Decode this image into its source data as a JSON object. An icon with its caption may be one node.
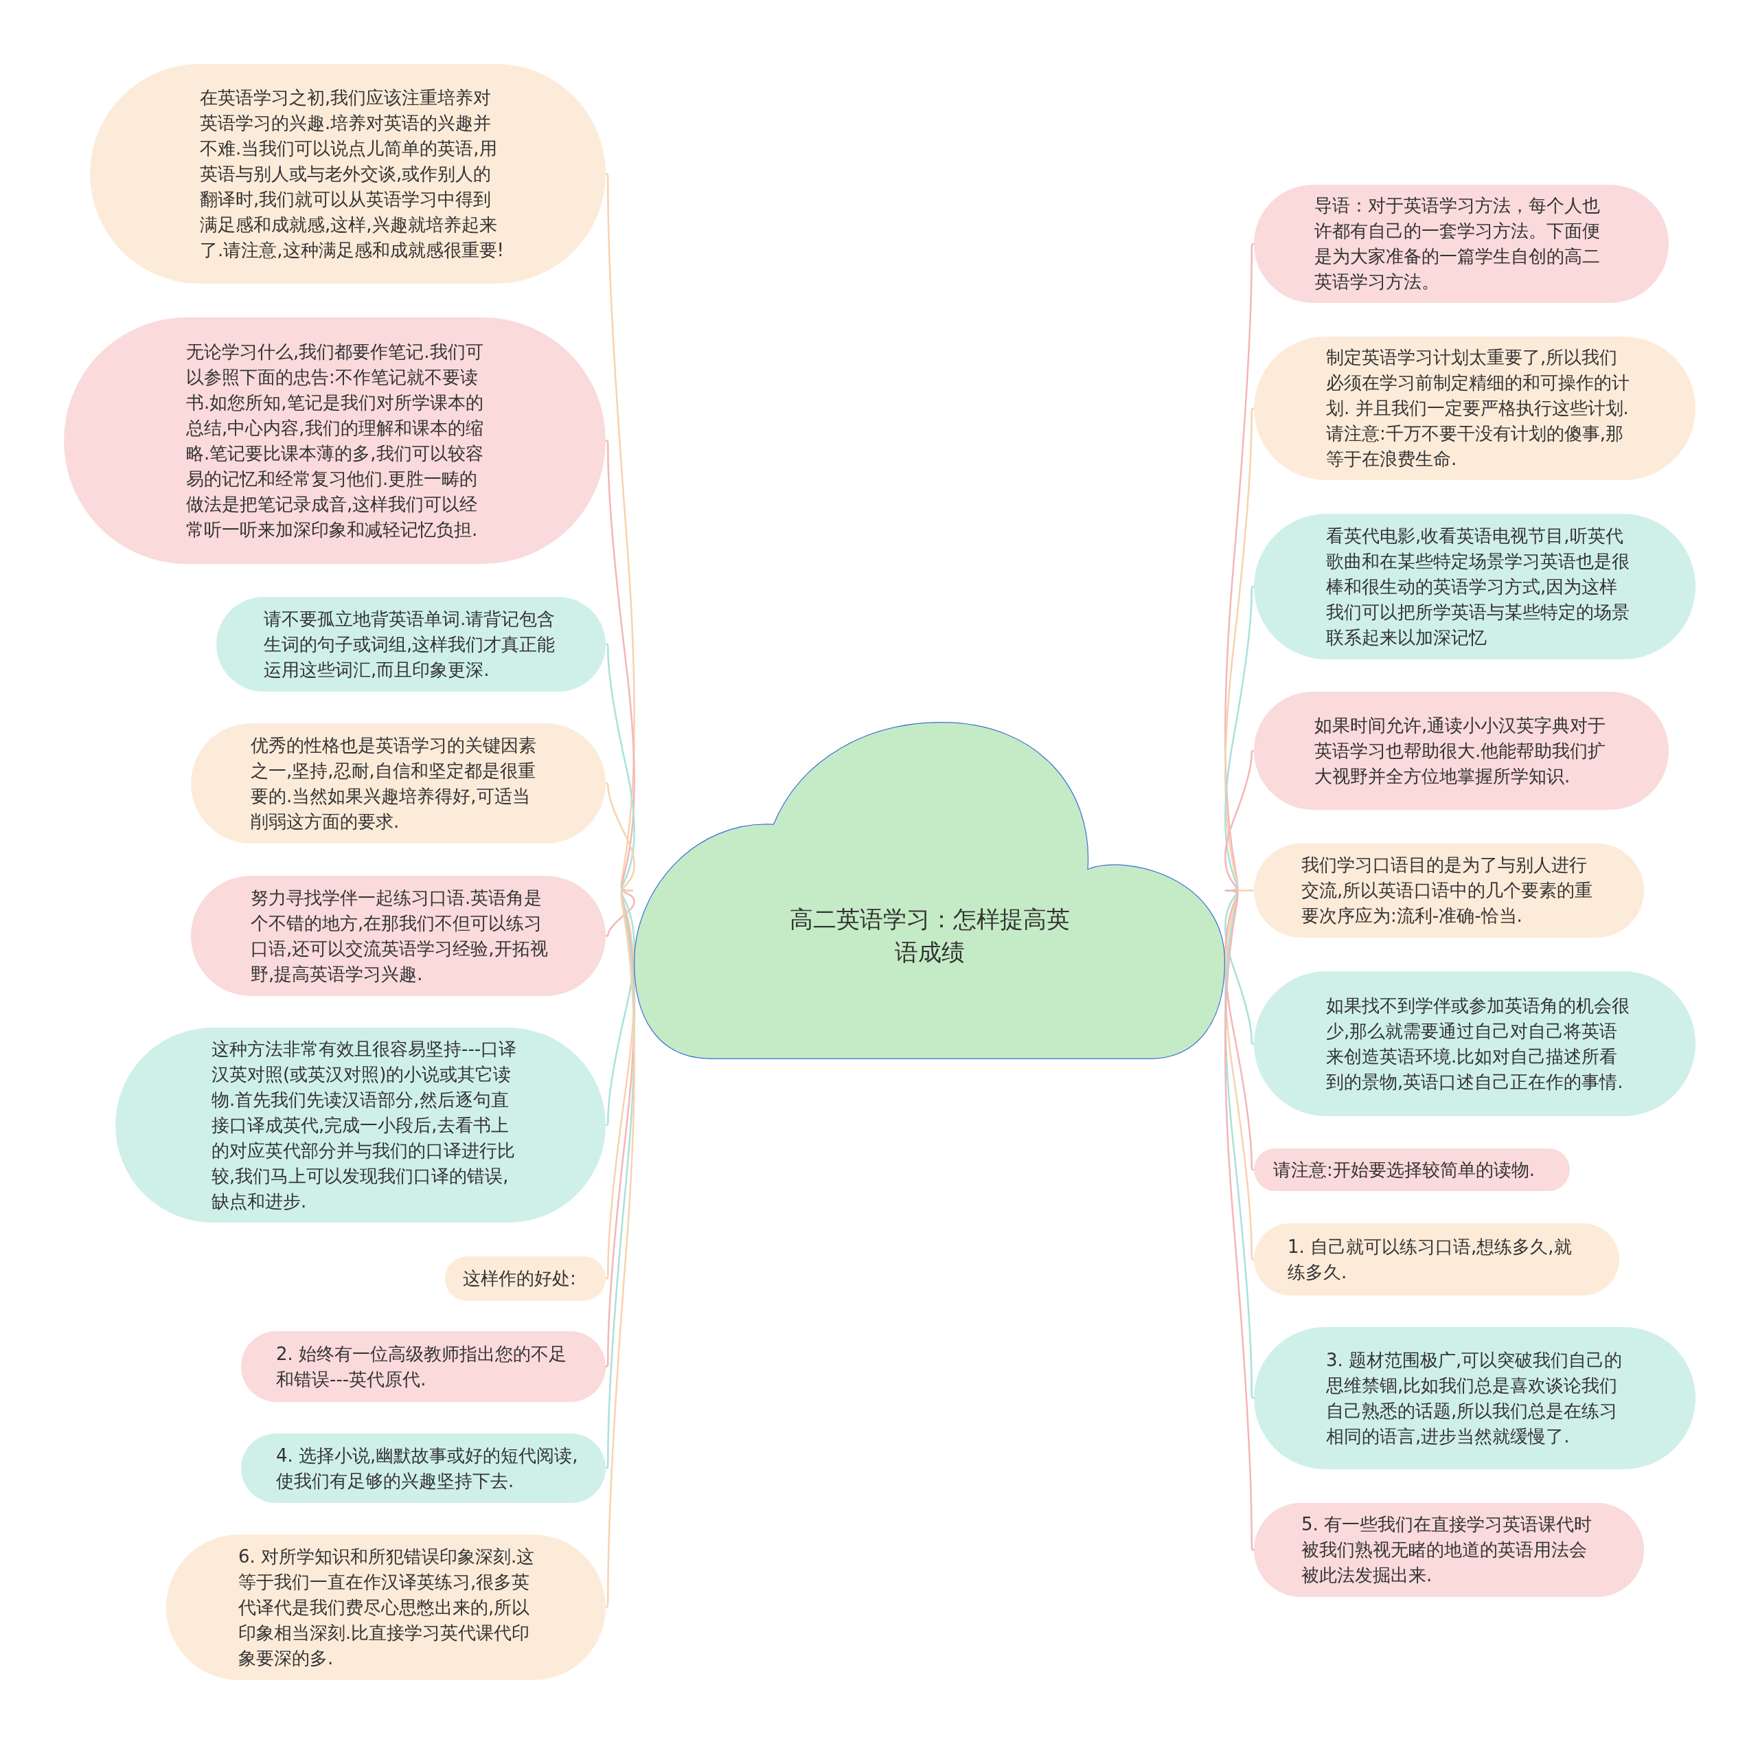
{
  "diagram": {
    "nodes": [
      {
        "text": [
          "高二英语学习：怎样提高英语成绩"
        ]
      },
      {
        "text": [
          "在英语学习之初,我们应该注重培养对英语学习的兴趣.培养对英语的兴趣并不难.当我们可以说点儿简单的英语,用英语与别人或与老外交谈,或作别人的翻译时,我们就可以从英语学习中得到满足感和成就感,这样,兴趣就培养起来了.请注意,这种满足感和成就感很重要!"
        ]
      },
      {
        "text": [
          "无论学习什么,我们都要作笔记.我们可以参照下面的忠告:不作笔记就不要读书.如您所知,笔记是我们对所学课本的总结,中心内容,我们的理解和课本的缩略.笔记要比课本薄的多,我们可以较容易的记忆和经常复习他们.更胜一畴的做法是把笔记录成音,这样我们可以经常听一听来加深印象和减轻记忆负担."
        ]
      },
      {
        "text": [
          "请不要孤立地背英语单词.请背记包含生词的句子或词组,这样我们才真正能运用这些词汇,而且印象更深."
        ]
      },
      {
        "text": [
          "优秀的性格也是英语学习的关键因素之一,坚持,忍耐,自信和坚定都是很重要的.当然如果兴趣培养得好,可适当削弱这方面的要求."
        ]
      },
      {
        "text": [
          "努力寻找学伴一起练习口语.英语角是个不错的地方,在那我们不但可以练习口语,还可以交流英语学习经验,开拓视野,提高英语学习兴趣."
        ]
      },
      {
        "text": [
          "这种方法非常有效且很容易坚持---口译汉英对照(或英汉对照)的小说或其它读物.首先我们先读汉语部分,然后逐句直接口译成英代,完成一小段后,去看书上的对应英代部分并与我们的口译进行比较,我们马上可以发现我们口译的错误,缺点和进步."
        ]
      },
      {
        "text": [
          "这样作的好处:"
        ]
      },
      {
        "text": [
          "2. 始终有一位高级教师指出您的不足和错误---英代原代."
        ]
      },
      {
        "text": [
          "4. 选择小说,幽默故事或好的短代阅读,使我们有足够的兴趣坚持下去."
        ]
      },
      {
        "text": [
          "6. 对所学知识和所犯错误印象深刻.这等于我们一直在作汉译英练习,很多英代译代是我们费尽心思憋出来的,所以印象相当深刻.比直接学习英代课代印象要深的多."
        ]
      },
      {
        "text": [
          "导语：对于英语学习方法，每个人也许都有自己的一套学习方法。下面便是为大家准备的一篇学生自创的高二英语学习方法。"
        ]
      },
      {
        "text": [
          "制定英语学习计划太重要了,所以我们必须在学习前制定精细的和可操作的计划. 并且我们一定要严格执行这些计划.请注意:千万不要干没有计划的傻事,那等于在浪费生命."
        ]
      },
      {
        "text": [
          "看英代电影,收看英语电视节目,听英代歌曲和在某些特定场景学习英语也是很棒和很生动的英语学习方式,因为这样我们可以把所学英语与某些特定的场景联系起来以加深记忆"
        ]
      },
      {
        "text": [
          "如果时间允许,通读小小汉英字典对于英语学习也帮助很大.他能帮助我们扩大视野并全方位地掌握所学知识."
        ]
      },
      {
        "text": [
          "我们学习口语目的是为了与别人进行交流,所以英语口语中的几个要素的重要次序应为:流利-准确-恰当."
        ]
      },
      {
        "text": [
          "如果找不到学伴或参加英语角的机会很少,那么就需要通过自己对自己将英语来创造英语环境.比如对自己描述所看到的景物,英语口述自己正在作的事情."
        ]
      },
      {
        "text": [
          "请注意:开始要选择较简单的读物."
        ]
      },
      {
        "text": [
          "1. 自己就可以练习口语,想练多久,就练多久."
        ]
      },
      {
        "text": [
          "3. 题材范围极广,可以突破我们自己的思维禁锢,比如我们总是喜欢谈论我们自己熟悉的话题,所以我们总是在练习相同的语言,进步当然就缓慢了."
        ]
      },
      {
        "text": [
          "5. 有一些我们在直接学习英语课代时被我们熟视无睹的地道的英语用法会被此法发掘出来."
        ]
      }
    ],
    "edges": [
      {
        "from": 0,
        "to": 1,
        "arrow": "none",
        "color": "#f8d2ae"
      },
      {
        "from": 0,
        "to": 2,
        "arrow": "none",
        "color": "#f5b5b7"
      },
      {
        "from": 0,
        "to": 3,
        "arrow": "none",
        "color": "#a9e2d7"
      },
      {
        "from": 0,
        "to": 4,
        "arrow": "none",
        "color": "#f8d2ae"
      },
      {
        "from": 0,
        "to": 5,
        "arrow": "none",
        "color": "#f5b5b7"
      },
      {
        "from": 0,
        "to": 6,
        "arrow": "none",
        "color": "#a9e2d7"
      },
      {
        "from": 0,
        "to": 7,
        "arrow": "none",
        "color": "#f8d2ae"
      },
      {
        "from": 0,
        "to": 8,
        "arrow": "none",
        "color": "#f5b5b7"
      },
      {
        "from": 0,
        "to": 9,
        "arrow": "none",
        "color": "#a9e2d7"
      },
      {
        "from": 0,
        "to": 10,
        "arrow": "none",
        "color": "#f8d2ae"
      },
      {
        "from": 0,
        "to": 11,
        "arrow": "none",
        "color": "#f5b5b7"
      },
      {
        "from": 0,
        "to": 12,
        "arrow": "none",
        "color": "#f8d2ae"
      },
      {
        "from": 0,
        "to": 13,
        "arrow": "none",
        "color": "#a9e2d7"
      },
      {
        "from": 0,
        "to": 14,
        "arrow": "none",
        "color": "#f5b5b7"
      },
      {
        "from": 0,
        "to": 15,
        "arrow": "none",
        "color": "#f8d2ae"
      },
      {
        "from": 0,
        "to": 16,
        "arrow": "none",
        "color": "#a9e2d7"
      },
      {
        "from": 0,
        "to": 17,
        "arrow": "none",
        "color": "#f5b5b7"
      },
      {
        "from": 0,
        "to": 18,
        "arrow": "none",
        "color": "#f8d2ae"
      },
      {
        "from": 0,
        "to": 19,
        "arrow": "none",
        "color": "#a9e2d7"
      },
      {
        "from": 0,
        "to": 20,
        "arrow": "none",
        "color": "#f5b5b7"
      }
    ]
  }
}
